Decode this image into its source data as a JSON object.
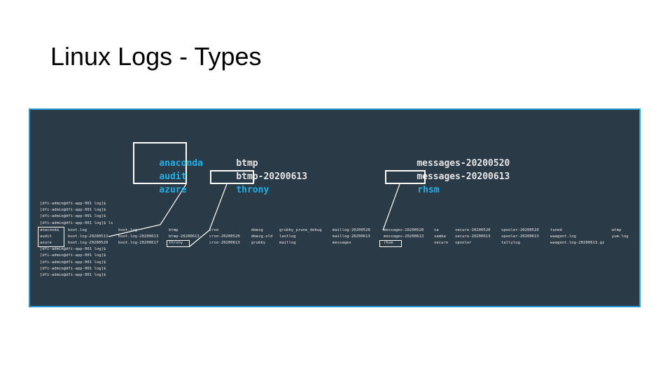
{
  "title": "Linux Logs - Types",
  "zoom": {
    "col1": [
      "anaconda",
      "audit",
      "azure"
    ],
    "col2": [
      "btmp",
      "btmp-20200613",
      "throny"
    ],
    "col3": [
      "messages-20200520",
      "messages-20200613",
      "rhsm"
    ]
  },
  "prompt": "[dfi-admin@dfi-app-001 log]$",
  "ls_command": "[dfi-admin@dfi-app-001 log]$ ls",
  "listing": [
    [
      "anaconda",
      "boot.log",
      "boot.log",
      "btmp",
      "cron",
      "dmesg",
      "grubby_prune_debug",
      "maillog-20200520",
      "messages-20200520",
      "sa",
      "secure-20200520",
      "spooler-20200520",
      "tuned",
      "wtmp"
    ],
    [
      "audit",
      "boot.log-20200513",
      "boot.log-20200613",
      "btmp-20200613",
      "cron-20200520",
      "dmesg.old",
      "lastlog",
      "maillog-20200613",
      "messages-20200613",
      "samba",
      "secure-20200613",
      "spooler-20200613",
      "waagent.log",
      "yum.log"
    ],
    [
      "azure",
      "boot.log-20200520",
      "boot.log-20200617",
      "throny",
      "cron-20200613",
      "grubby",
      "maillog",
      "messages",
      "rhsm",
      "secure",
      "spooler",
      "tallylog",
      "waagent.log-20200613.gz"
    ]
  ],
  "colors": {
    "terminal_bg": "#2b3a47",
    "border": "#2196d3",
    "directory": "#1fb0e6",
    "archive": "#e0573f",
    "text": "#e6e6e6"
  }
}
